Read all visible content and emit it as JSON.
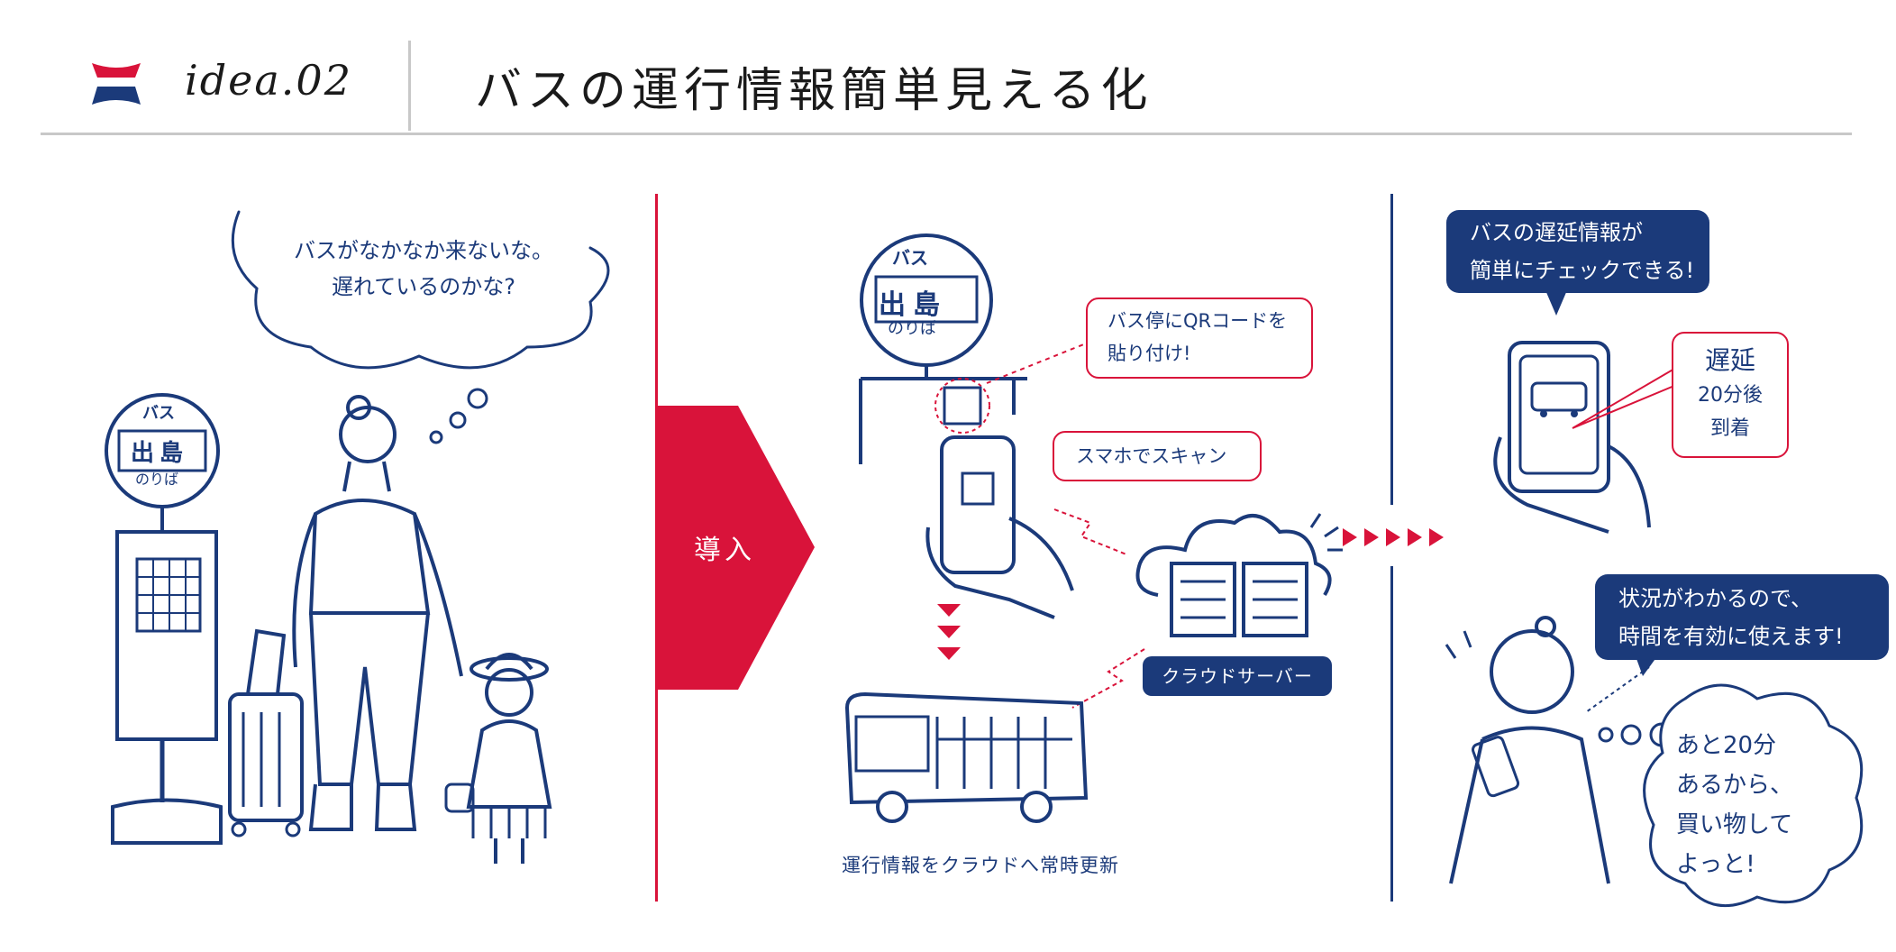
{
  "header": {
    "idea_label": "idea.02",
    "title": "バスの運行情報簡単見える化"
  },
  "left_panel": {
    "thought_line1": "バスがなかなか来ないな。",
    "thought_line2": "遅れているのかな?",
    "bus_sign_top": "バス",
    "bus_sign_mid": "出島",
    "bus_sign_bottom": "のりば"
  },
  "intro_arrow": {
    "label": "導入"
  },
  "middle_panel": {
    "qr_note_line1": "バス停にQRコードを",
    "qr_note_line2": "貼り付け!",
    "scan_note": "スマホでスキャン",
    "cloud_server_label": "クラウドサーバー",
    "update_caption": "運行情報をクラウドへ常時更新",
    "bus_sign_top": "バス",
    "bus_sign_mid": "出島",
    "bus_sign_bottom": "のりば"
  },
  "right_panel": {
    "delay_info_line1": "バスの遅延情報が",
    "delay_info_line2": "簡単にチェックできる!",
    "delay_word": "遅延",
    "delay_minutes": "20分後",
    "delay_arrival": "到着",
    "benefit_line1": "状況がわかるので、",
    "benefit_line2": "時間を有効に使えます!",
    "thought_line1": "あと20分",
    "thought_line2": "あるから、",
    "thought_line3": "買い物して",
    "thought_line4": "よっと!"
  },
  "colors": {
    "navy": "#1b3a7a",
    "red": "#d9133a",
    "rule_gray": "#c8c8c8"
  }
}
